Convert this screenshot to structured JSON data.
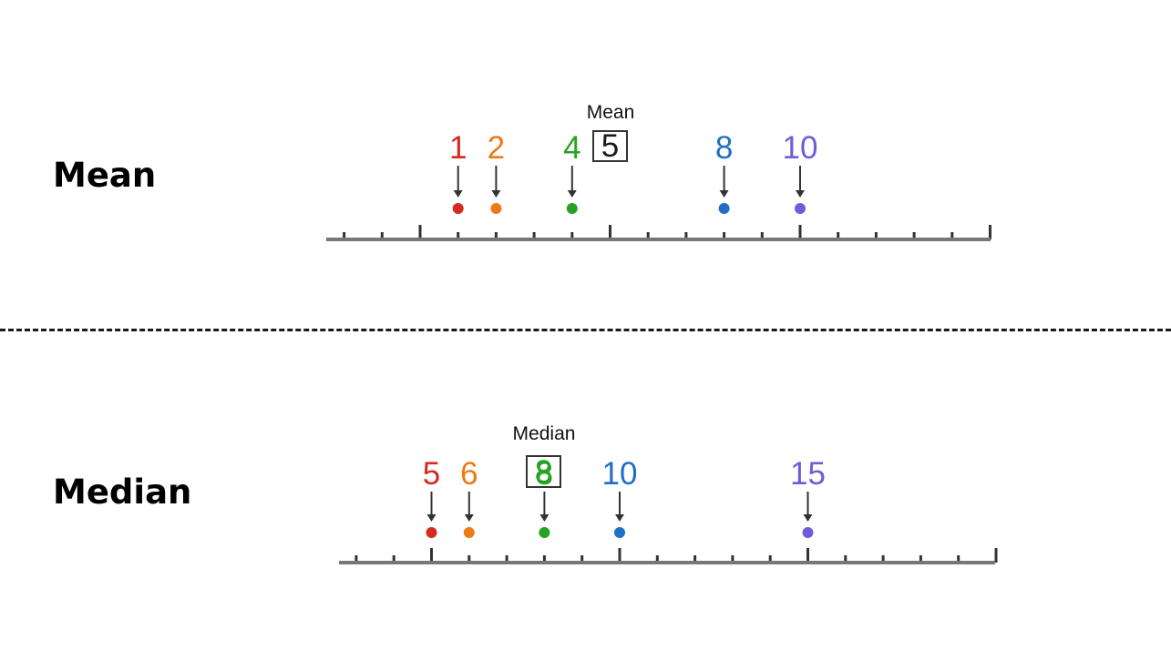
{
  "sections": {
    "mean": {
      "title": "Mean",
      "stat_label": "Mean",
      "stat_value": "5",
      "stat_color": "#1a1a1a",
      "points": [
        {
          "label": "1",
          "value": 1,
          "color": "#d42a1f"
        },
        {
          "label": "2",
          "value": 2,
          "color": "#ee7a16"
        },
        {
          "label": "4",
          "value": 4,
          "color": "#27a324"
        },
        {
          "label": "8",
          "value": 8,
          "color": "#1f6fc5"
        },
        {
          "label": "10",
          "value": 10,
          "color": "#6a5fd8"
        }
      ]
    },
    "median": {
      "title": "Median",
      "stat_label": "Median",
      "stat_value": "8",
      "stat_color": "#27a324",
      "points": [
        {
          "label": "5",
          "value": 5,
          "color": "#d42a1f"
        },
        {
          "label": "6",
          "value": 6,
          "color": "#ee7a16"
        },
        {
          "label": "8",
          "value": 8,
          "color": "#27a324"
        },
        {
          "label": "10",
          "value": 10,
          "color": "#1f6fc5"
        },
        {
          "label": "15",
          "value": 15,
          "color": "#6a5fd8"
        }
      ]
    }
  }
}
